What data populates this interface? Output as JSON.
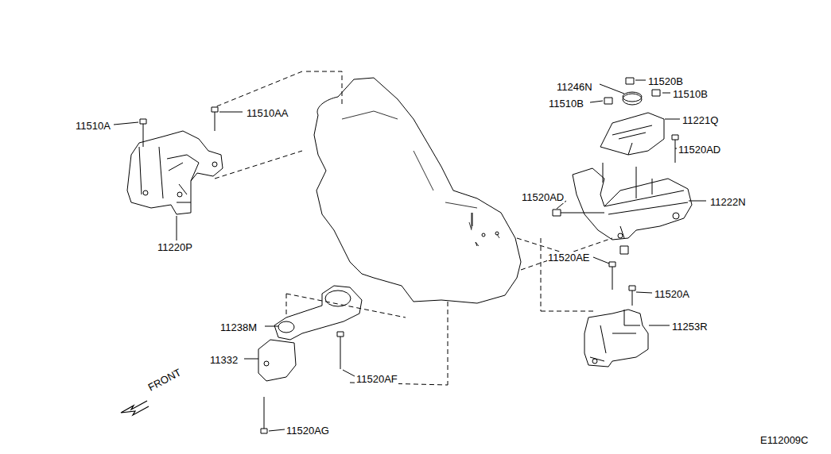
{
  "diagram": {
    "labels": [
      "11510A",
      "11510AA",
      "11220P",
      "11246N",
      "11520B",
      "11510B",
      "11510B",
      "11221Q",
      "11520AD",
      "11520AD",
      "11222N",
      "11520AE",
      "11520A",
      "11253R",
      "11238M",
      "11332",
      "11520AF",
      "11520AG",
      "FRONT",
      "E112009C"
    ]
  }
}
